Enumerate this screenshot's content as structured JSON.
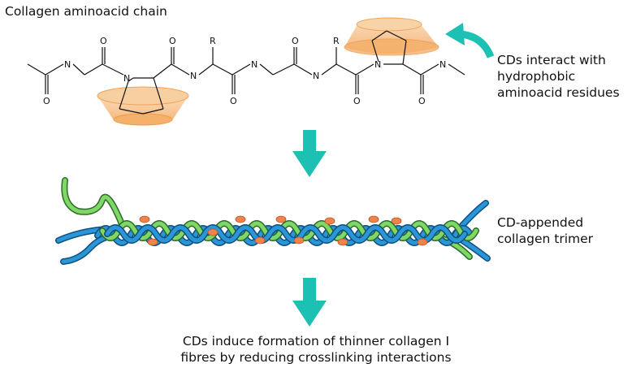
{
  "title": "Collagen aminoacid chain",
  "cd_note": [
    "CDs  interact with",
    "hydrophobic",
    "aminoacid residues"
  ],
  "trimer_label": [
    "CD-appended",
    "collagen trimer"
  ],
  "conclusion": [
    "CDs induce formation of thinner collagen I",
    "fibres by reducing crosslinking interactions"
  ],
  "atoms": {
    "N": "N",
    "O": "O",
    "R": "R"
  },
  "colors": {
    "arrow": "#1cc1b3",
    "strand_blue": "#1e86c8",
    "strand_green": "#6fcf5a",
    "cd_orange": "#f5a35a",
    "cd_fill": "#f9d3a8"
  }
}
